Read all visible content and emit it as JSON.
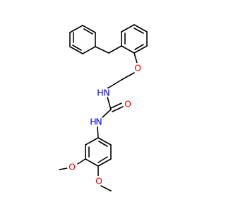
{
  "molecule": {
    "atoms": {
      "o_ether": {
        "label": "O",
        "color": "#FF0000"
      },
      "nh_upper": {
        "label": "N",
        "h": "H",
        "color": "#0000FF"
      },
      "o_carbonyl": {
        "label": "O",
        "color": "#FF0000"
      },
      "nh_lower": {
        "label": "N",
        "h": "H",
        "color": "#0000FF"
      },
      "o_methoxy_3": {
        "label": "O",
        "color": "#FF0000"
      },
      "o_methoxy_4": {
        "label": "O",
        "color": "#FF0000"
      }
    }
  }
}
